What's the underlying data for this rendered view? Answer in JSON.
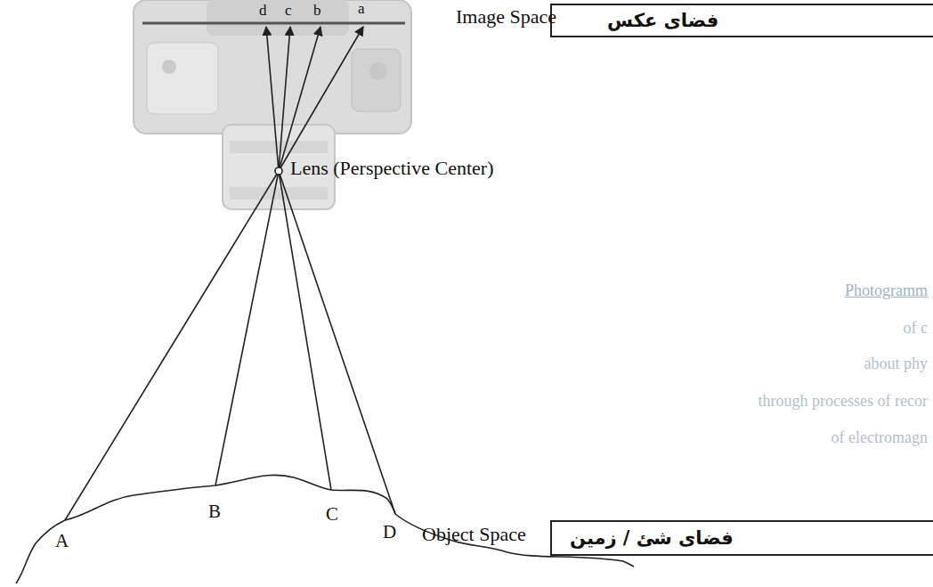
{
  "diagram": {
    "nodes": [
      {
        "text": [
          "فضای عکس"
        ]
      },
      {
        "text": [
          "فضای شئ / زمین"
        ]
      }
    ],
    "labels": [
      "d",
      "c",
      "b",
      "a",
      "Image Space",
      "Lens (Perspective Center)",
      "Photogramm",
      "of c",
      "about phy",
      "through processes of recor",
      "of electromagn",
      "Object Space",
      "A",
      "B",
      "C",
      "D"
    ]
  }
}
